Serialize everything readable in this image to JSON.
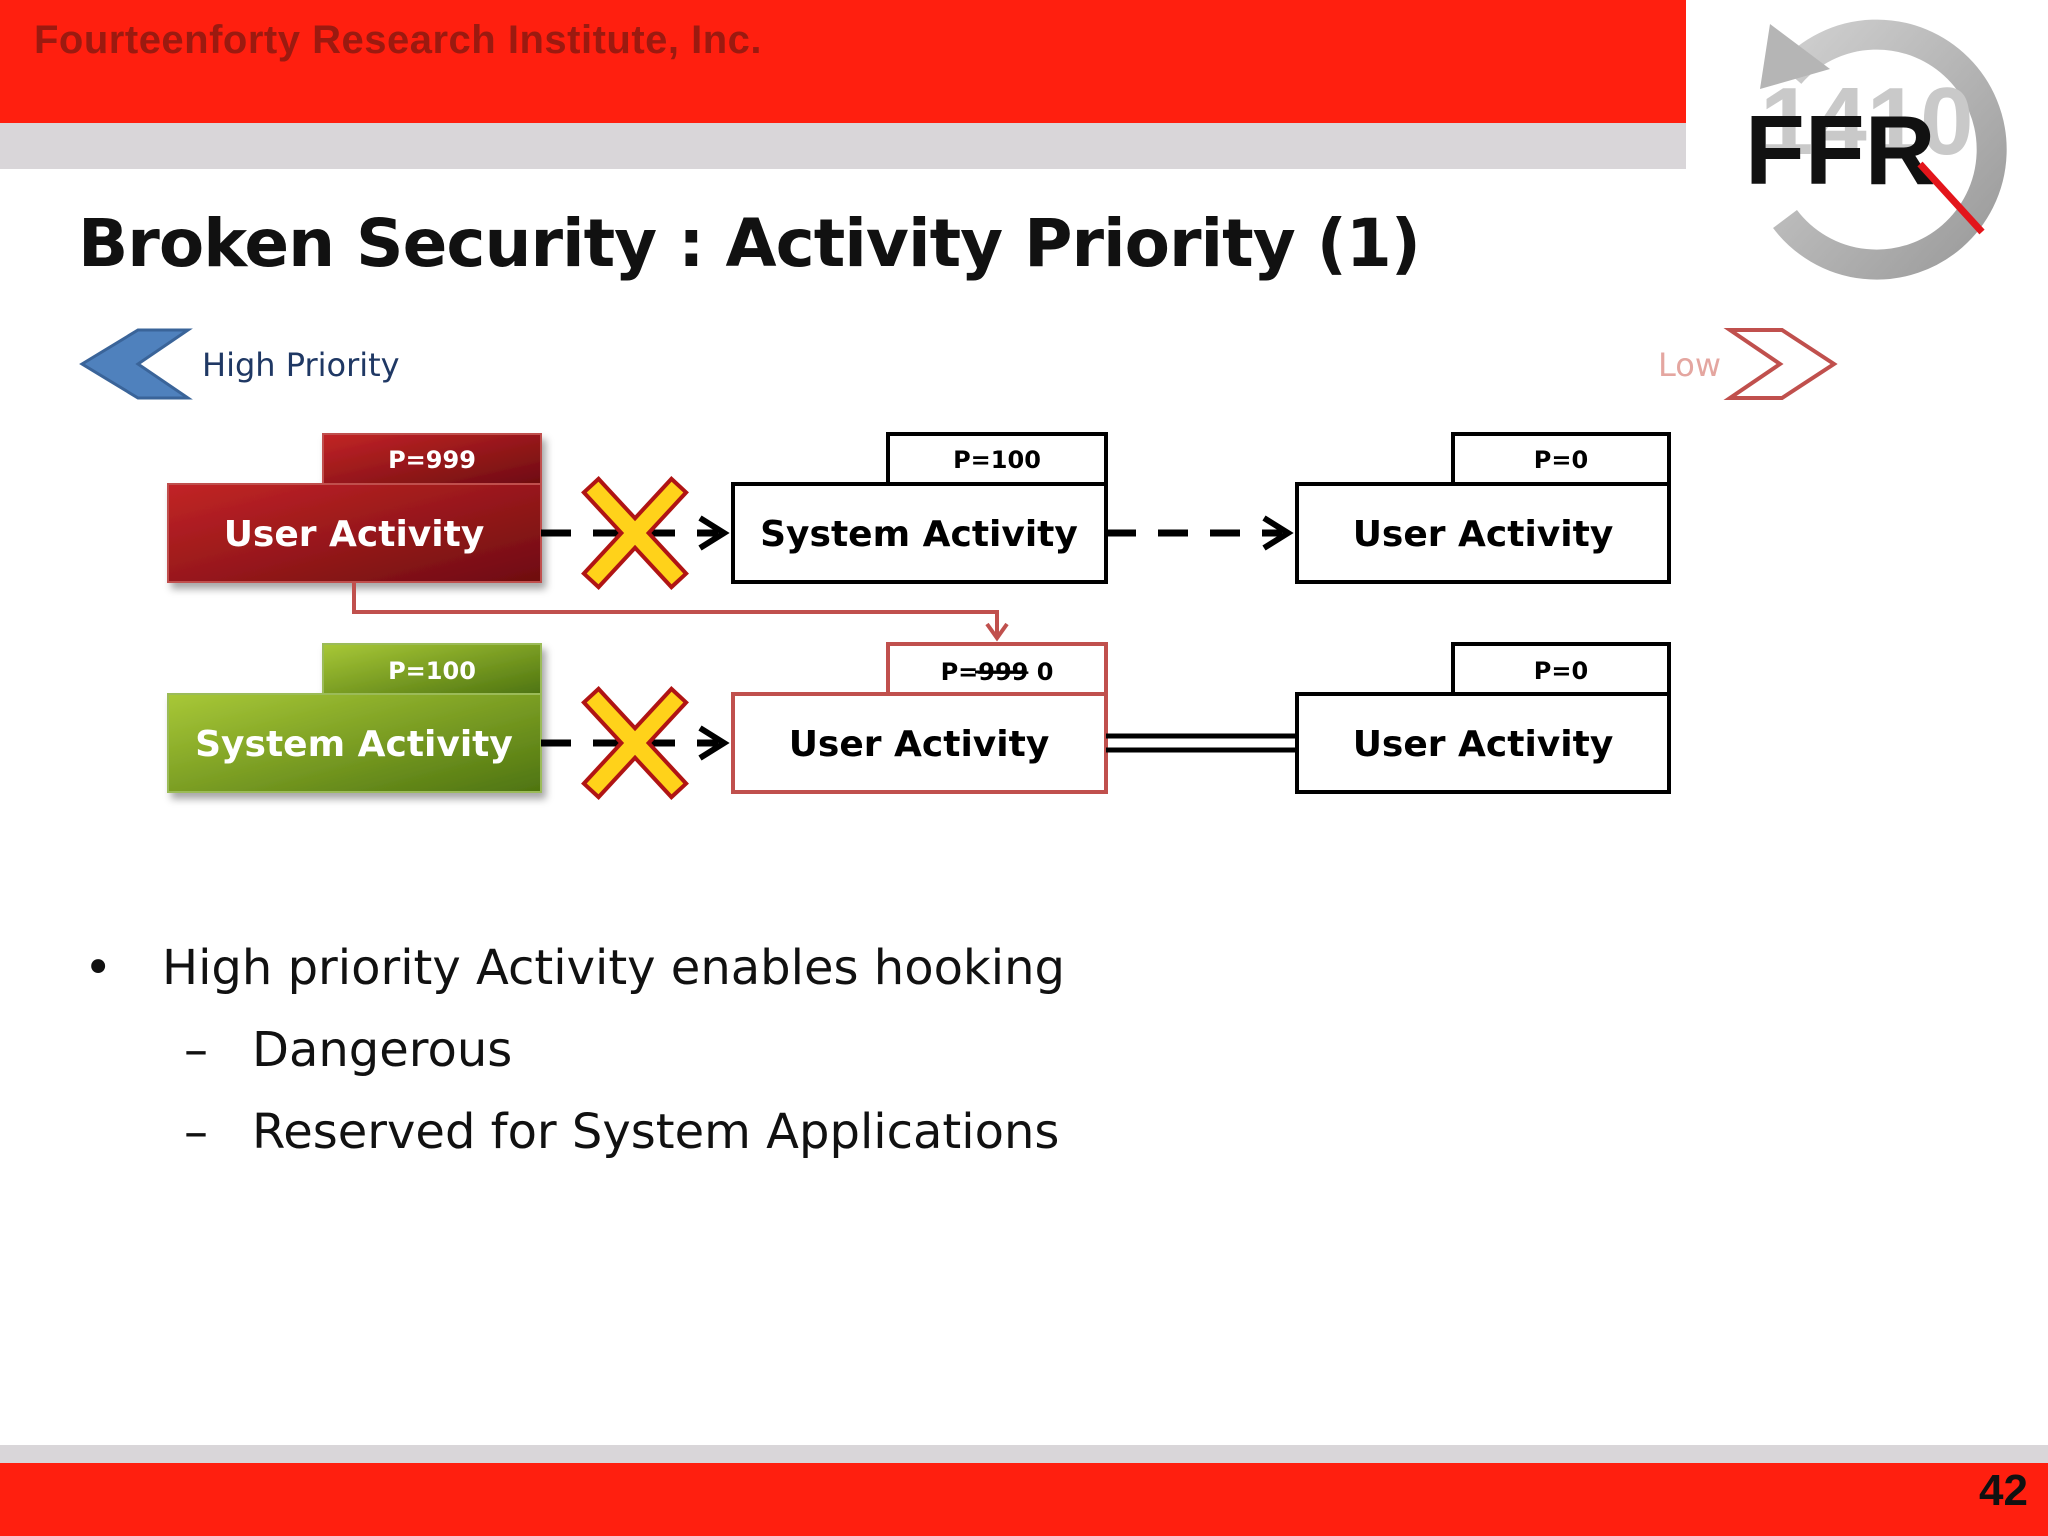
{
  "header": {
    "org_name": "Fourteenforty Research Institute, Inc."
  },
  "logo": {
    "text": "FFR",
    "bg_digits": "1410"
  },
  "slide": {
    "title": "Broken Security : Activity Priority (1)"
  },
  "legend": {
    "high_label": "High Priority",
    "low_label": "Low"
  },
  "rows": [
    {
      "boxes": [
        {
          "tag": "P=999",
          "label": "User Activity"
        },
        {
          "tag": "P=100",
          "label": "System Activity"
        },
        {
          "tag": "P=0",
          "label": "User Activity"
        }
      ]
    },
    {
      "boxes": [
        {
          "tag": "P=100",
          "label": "System Activity"
        },
        {
          "tag_prefix": "P=",
          "tag_struck": "999",
          "tag_suffix": " 0",
          "label": "User Activity"
        },
        {
          "tag": "P=0",
          "label": "User Activity"
        }
      ]
    }
  ],
  "bullets": [
    {
      "level": 1,
      "marker": "•",
      "text": "High priority Activity enables hooking"
    },
    {
      "level": 2,
      "marker": "–",
      "text": "Dangerous"
    },
    {
      "level": 2,
      "marker": "–",
      "text": "Reserved for System Applications"
    }
  ],
  "colors": {
    "red_bar": "#ff1f0f",
    "grey_bar": "#d9d6d9",
    "user_red": "#a8171a",
    "system_green": "#7aa01e",
    "blue_arrow": "#4f81bd",
    "cross_yellow": "#ffd21a"
  },
  "footer": {
    "page_number": "42"
  }
}
